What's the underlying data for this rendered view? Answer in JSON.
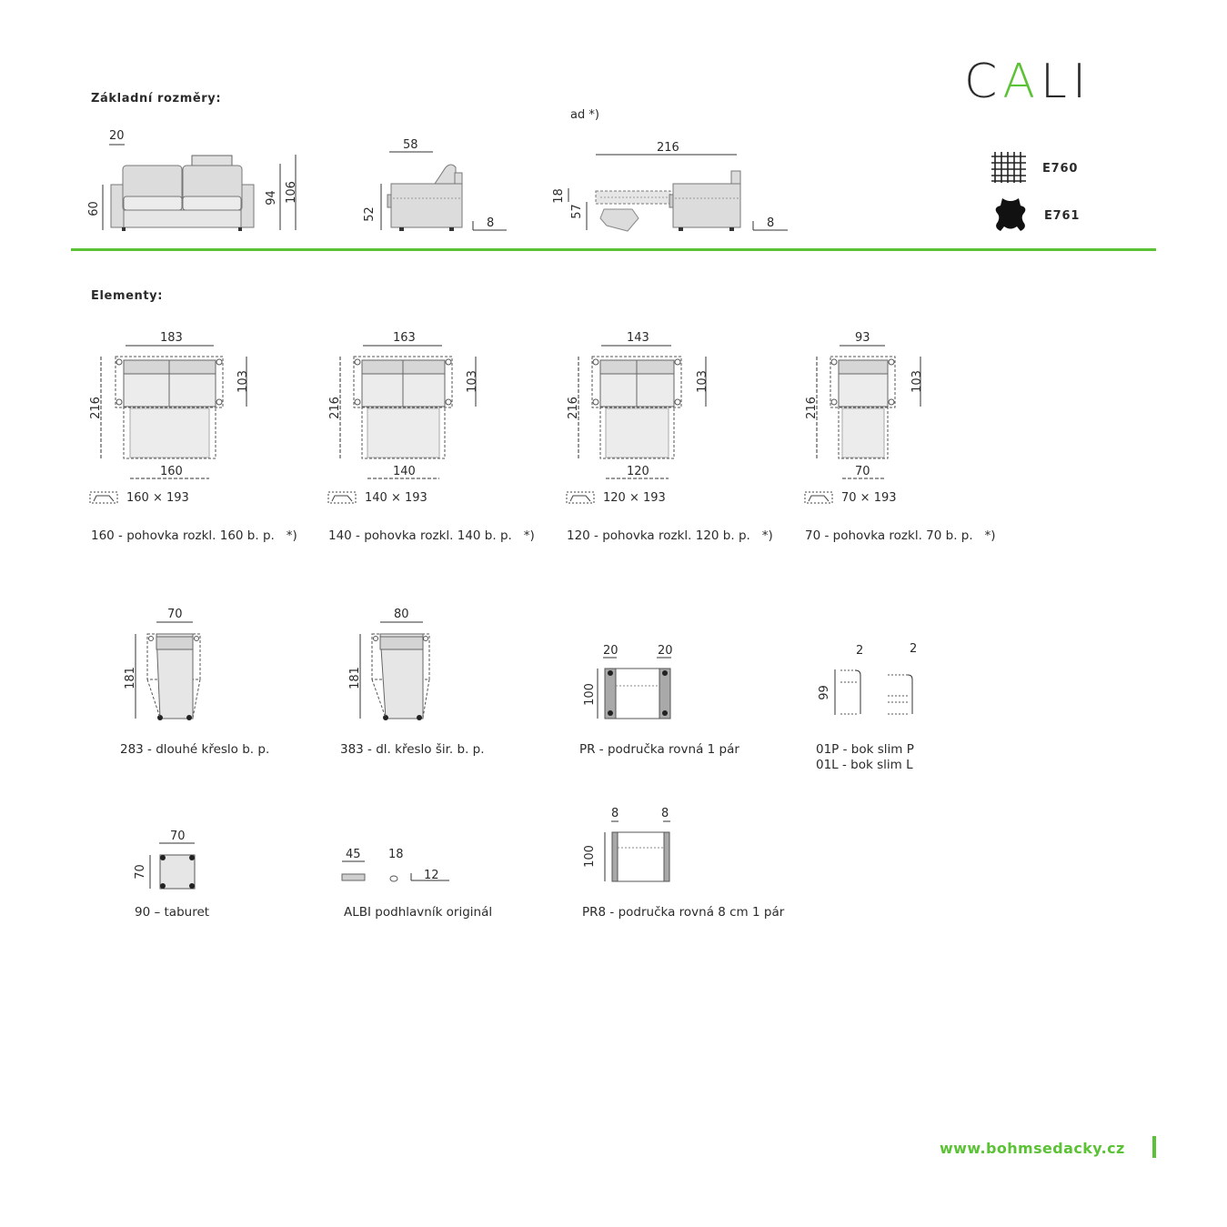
{
  "brand": {
    "prefix": "C",
    "accent": "A",
    "suffix": "LI",
    "accent_color": "#5bc236"
  },
  "sections": {
    "basic": "Základní rozměry:",
    "elements": "Elementy:"
  },
  "basic": {
    "note": "ad *)",
    "front": {
      "top": "20",
      "left": "60",
      "seat": "94",
      "total": "106"
    },
    "side": {
      "depth": "58",
      "height": "52",
      "legs": "8"
    },
    "open": {
      "length": "216",
      "upper": "18",
      "lower": "57",
      "legs": "8"
    }
  },
  "materials": [
    {
      "icon": "fabric-icon",
      "code": "E760"
    },
    {
      "icon": "leather-icon",
      "code": "E761"
    }
  ],
  "sofas": [
    {
      "width": "183",
      "bed": "160",
      "length": "216",
      "depth": "103",
      "mattress": "160 × 193",
      "caption": "160 - pohovka rozkl. 160 b. p.   *)"
    },
    {
      "width": "163",
      "bed": "140",
      "length": "216",
      "depth": "103",
      "mattress": "140 × 193",
      "caption": "140 - pohovka rozkl. 140 b. p.   *)"
    },
    {
      "width": "143",
      "bed": "120",
      "length": "216",
      "depth": "103",
      "mattress": "120 × 193",
      "caption": "120 - pohovka rozkl. 120 b. p.   *)"
    },
    {
      "width": "93",
      "bed": "70",
      "length": "216",
      "depth": "103",
      "mattress": "70 × 193",
      "caption": "70 - pohovka rozkl. 70 b. p.   *)"
    }
  ],
  "chaises": [
    {
      "width": "70",
      "length": "181",
      "caption": "283 - dlouhé křeslo b. p."
    },
    {
      "width": "80",
      "length": "181",
      "caption": "383 - dl. křeslo šir. b. p."
    }
  ],
  "armrest_pr": {
    "left": "20",
    "right": "20",
    "height": "100",
    "caption": "PR - područka rovná 1 pár"
  },
  "side_slim": {
    "left": "2",
    "right": "2",
    "height": "99",
    "caption_1": "01P - bok slim P",
    "caption_2": "01L - bok slim L"
  },
  "stool": {
    "width": "70",
    "height": "70",
    "caption": "90 – taburet"
  },
  "pillow": {
    "length": "45",
    "width": "18",
    "thick": "12",
    "caption": "ALBI podhlavník originál"
  },
  "armrest_pr8": {
    "left": "8",
    "right": "8",
    "height": "100",
    "caption": "PR8 - područka rovná 8 cm 1 pár"
  },
  "footer": {
    "url": "www.bohmsedacky.cz"
  }
}
